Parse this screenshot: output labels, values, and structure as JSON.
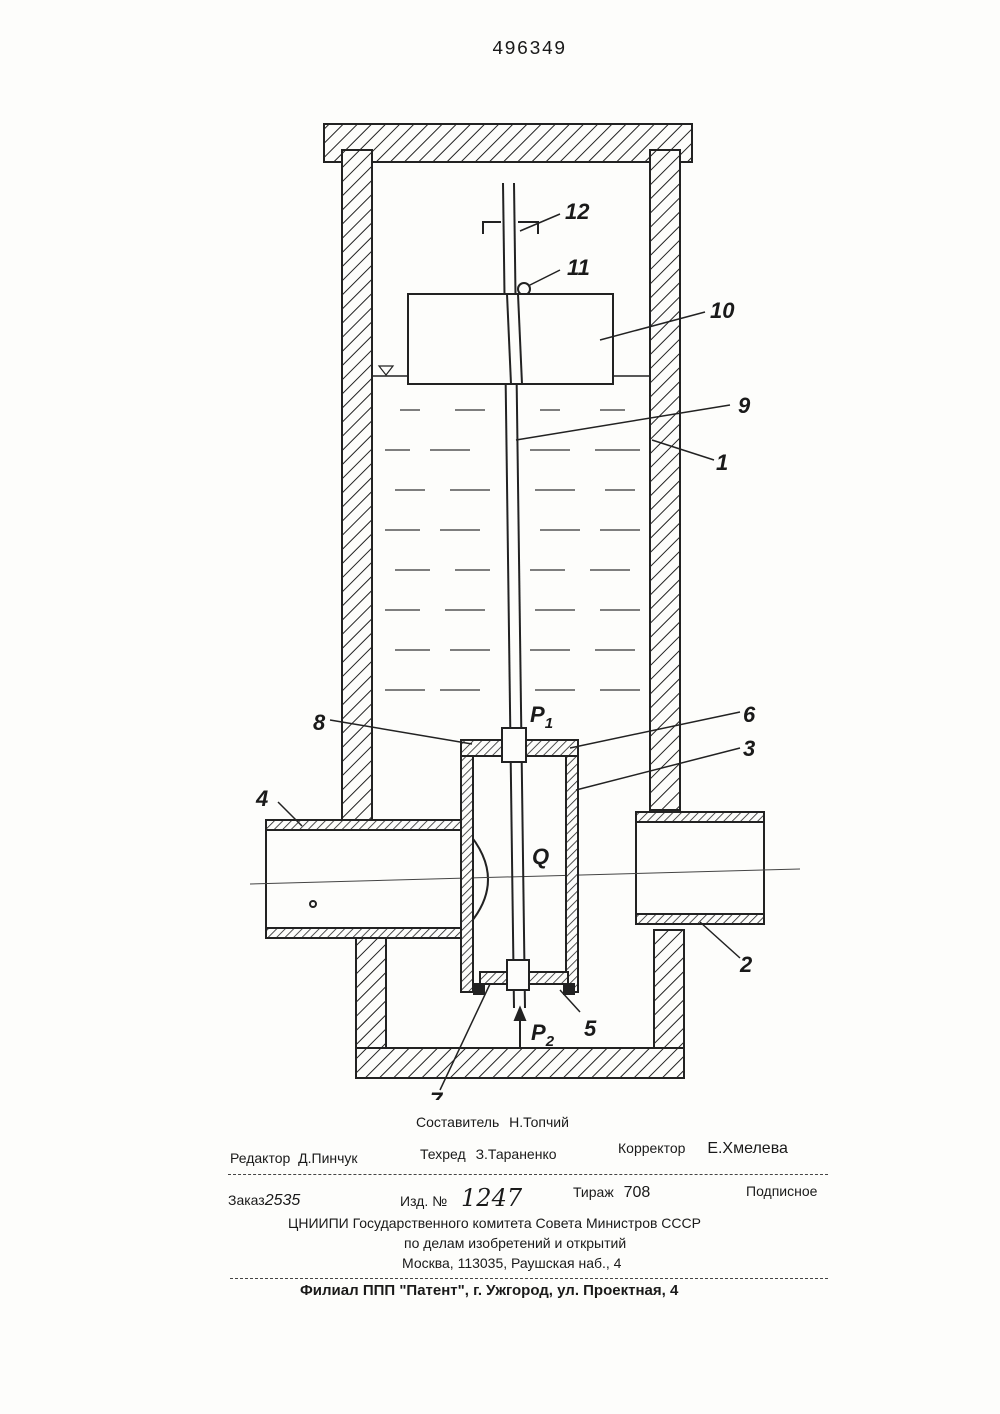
{
  "header": {
    "patent_number": "496349"
  },
  "figure": {
    "part_labels": {
      "l1": "1",
      "l2": "2",
      "l3": "3",
      "l4": "4",
      "l5": "5",
      "l6": "6",
      "l7": "7",
      "l8": "8",
      "l9": "9",
      "l10": "10",
      "l11": "11",
      "l12": "12",
      "p1": "P",
      "p1_sub": "1",
      "p2": "P",
      "p2_sub": "2",
      "q": "Q"
    }
  },
  "imprint": {
    "compiler_label": "Составитель",
    "compiler_name": "Н.Топчий",
    "editor_label": "Редактор",
    "editor_name": "Д.Пинчук",
    "techred_label": "Техред",
    "techred_name": "З.Тараненко",
    "corrector_label": "Корректор",
    "corrector_name": "Е.Хмелева",
    "order_label": "Заказ",
    "order_number": "2535",
    "edition_label": "Изд. №",
    "edition_number": "1247",
    "circulation_label": "Тираж",
    "circulation_number": "708",
    "subscription": "Подписное",
    "org_line1": "ЦНИИПИ Государственного комитета Совета Министров СССР",
    "org_line2": "по делам изобретений и открытий",
    "org_line3": "Москва, 113035, Раушская наб., 4",
    "branch": "Филиал ППП \"Патент\", г. Ужгород, ул. Проектная, 4"
  }
}
